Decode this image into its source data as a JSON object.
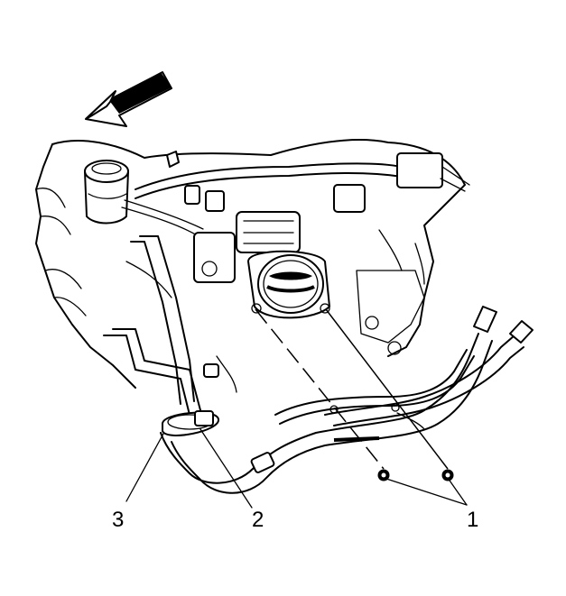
{
  "callouts": [
    {
      "id": "1",
      "label": "1"
    },
    {
      "id": "2",
      "label": "2"
    },
    {
      "id": "3",
      "label": "3"
    }
  ],
  "colors": {
    "line": "#000000",
    "background": "#ffffff"
  },
  "icons": [
    "direction-arrow-icon"
  ]
}
